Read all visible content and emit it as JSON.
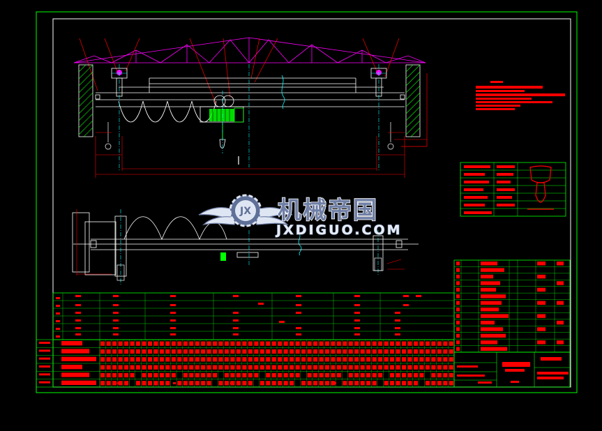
{
  "colors": {
    "background": "#000000",
    "border": "#00ff00",
    "line": "#ffffff",
    "text_block": "#ff0000",
    "dimension": "#ff0000",
    "truss": "#ff00ff",
    "center_line": "#00ffff",
    "hoist": "#00ff00",
    "wall_hatch": "#00ff00"
  },
  "watermark": {
    "title": "机械帝国",
    "subtitle": "JXDIGUO.COM",
    "monogram": "JX",
    "icon": "gear-with-wings-logo"
  },
  "views": {
    "front": "front-elevation-crane-view",
    "plan": "plan-view-crane"
  },
  "tables": {
    "technical_spec_rows": 5,
    "parts_list_rows": 14,
    "bottom_table_rows": 6,
    "bottom_table_columns": 60
  }
}
